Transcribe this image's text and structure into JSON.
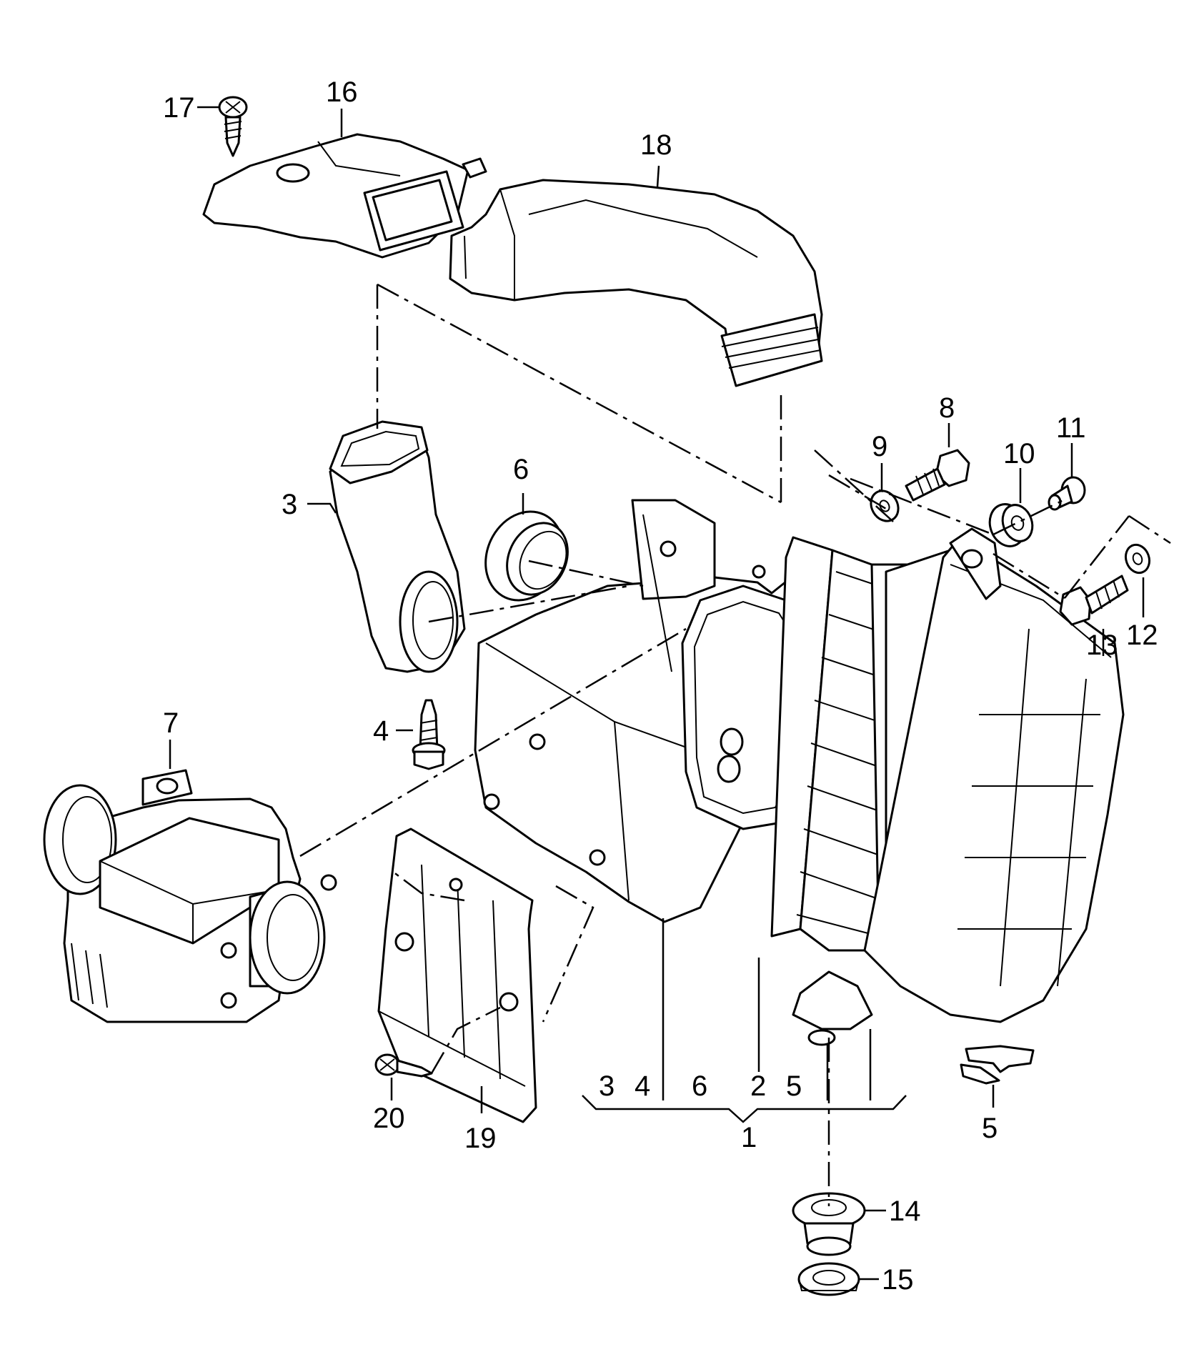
{
  "callouts": {
    "c1": "1",
    "c2": "2",
    "c3": "3",
    "c4": "4",
    "c5": "5",
    "c6": "6",
    "c7": "7",
    "c8": "8",
    "c9": "9",
    "c10": "10",
    "c11": "11",
    "c12": "12",
    "c13": "13",
    "c14": "14",
    "c15": "15",
    "c16": "16",
    "c17": "17",
    "c18": "18",
    "c19": "19",
    "c20": "20"
  },
  "group1": {
    "a": "3",
    "b": "4",
    "c": "6",
    "d": "2",
    "e": "5"
  },
  "ink_color": "#000000"
}
